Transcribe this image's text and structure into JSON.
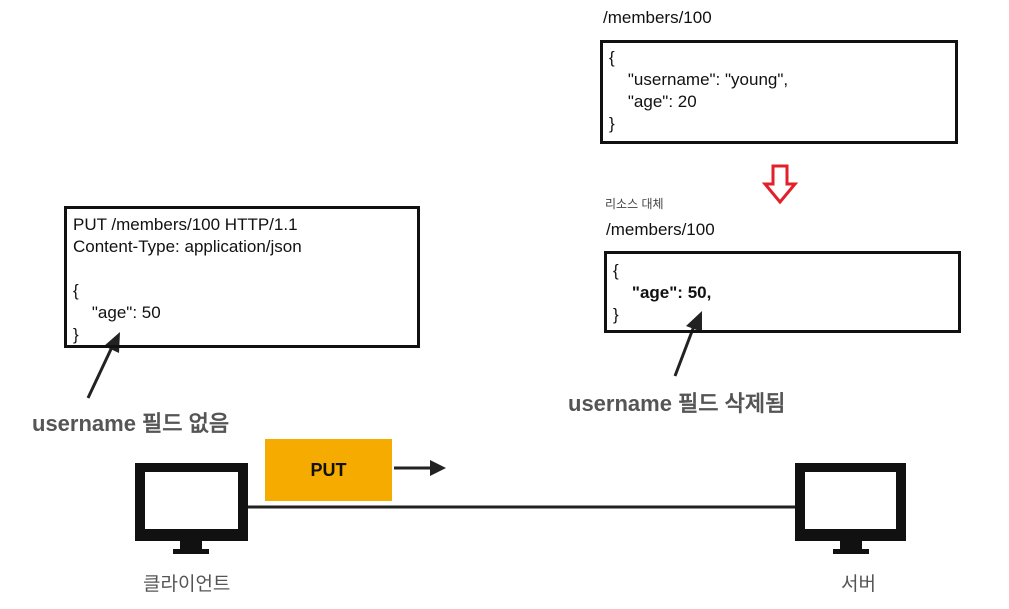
{
  "request_box": {
    "lines": [
      "PUT /members/100 HTTP/1.1",
      "Content-Type: application/json",
      "",
      "{",
      "    \"age\": 50",
      "}"
    ]
  },
  "request_note": "username 필드 없음",
  "original": {
    "path": "/members/100",
    "lines": [
      "{",
      "    \"username\": \"young\",",
      "    \"age\": 20",
      "}"
    ]
  },
  "replace_label": "리소스 대체",
  "result": {
    "path": "/members/100",
    "lines": [
      "{",
      "    \"age\": 50,",
      "}"
    ]
  },
  "result_note": "username 필드 삭제됨",
  "method_label": "PUT",
  "client_label": "클라이언트",
  "server_label": "서버",
  "colors": {
    "method_bg": "#f6ab00",
    "arrow_red": "#e3202a"
  }
}
